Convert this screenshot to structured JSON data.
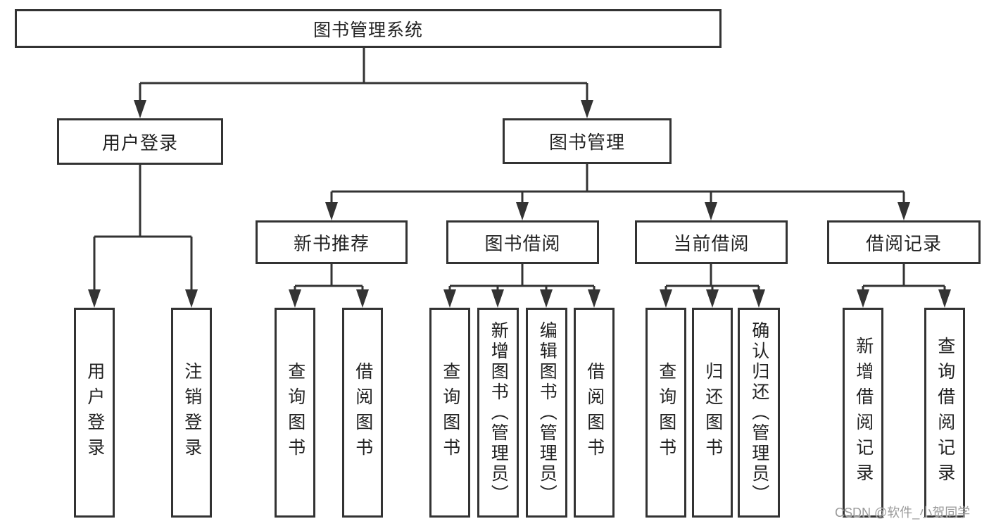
{
  "tree": {
    "root": "图书管理系统",
    "children": [
      {
        "label": "用户登录",
        "children": [
          "用户登录",
          "注销登录"
        ]
      },
      {
        "label": "图书管理",
        "children": [
          {
            "label": "新书推荐",
            "children": [
              "查询图书",
              "借阅图书"
            ]
          },
          {
            "label": "图书借阅",
            "children": [
              "查询图书",
              "新增图书（管理员）",
              "编辑图书（管理员）",
              "借阅图书"
            ]
          },
          {
            "label": "当前借阅",
            "children": [
              "查询图书",
              "归还图书",
              "确认归还（管理员）"
            ]
          },
          {
            "label": "借阅记录",
            "children": [
              "新增借阅记录",
              "查询借阅记录"
            ]
          }
        ]
      }
    ]
  },
  "style": {
    "line_color": "#333333",
    "box_background": "#ffffff",
    "text_color": "#222222",
    "watermark_color": "#9a9a9a"
  },
  "watermark": {
    "text": "CSDN @软件_小贺同学"
  }
}
